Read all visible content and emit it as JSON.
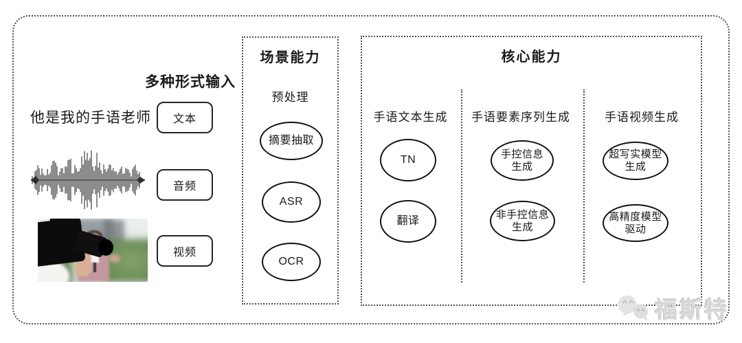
{
  "colors": {
    "ink": "#1a1a1a",
    "dotted_line": "#4f4f4f",
    "watermark": "#d7d7d7"
  },
  "input_section": {
    "label": "多种形式输入",
    "sample_text": "他是我的手语老师",
    "items": [
      {
        "label": "文本"
      },
      {
        "label": "音频"
      },
      {
        "label": "视频"
      }
    ]
  },
  "scene_panel": {
    "title": "场景能力",
    "subtitle": "预处理",
    "nodes": [
      {
        "line1": "摘要抽取"
      },
      {
        "line1": "ASR"
      },
      {
        "line1": "OCR"
      }
    ]
  },
  "core_panel": {
    "title": "核心能力",
    "columns": [
      {
        "header": "手语文本生成",
        "nodes": [
          {
            "line1": "TN"
          },
          {
            "line1": "翻译"
          }
        ]
      },
      {
        "header": "手语要素序列生成",
        "nodes": [
          {
            "line1": "手控信息",
            "line2": "生成"
          },
          {
            "line1": "非手控信息",
            "line2": "生成"
          }
        ]
      },
      {
        "header": "手语视频生成",
        "nodes": [
          {
            "line1": "超写实模型",
            "line2": "生成"
          },
          {
            "line1": "高精度模型",
            "line2": "驱动"
          }
        ]
      }
    ]
  },
  "watermark": {
    "text": "福斯特"
  }
}
